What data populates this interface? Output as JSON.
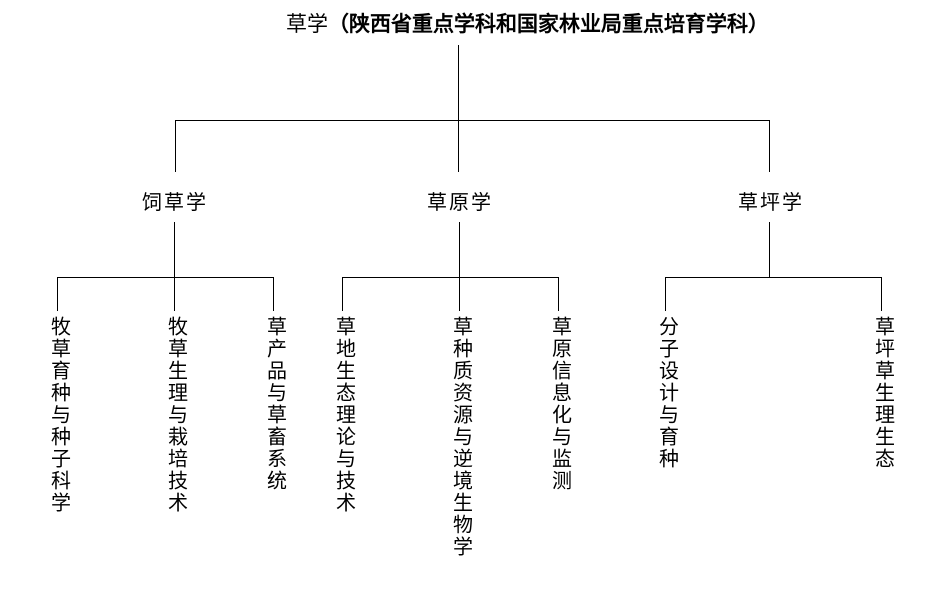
{
  "diagram": {
    "title": {
      "name": "草学",
      "annotation": "（陕西省重点学科和国家林业局重点培育学科）"
    },
    "branches": [
      {
        "label": "饲草学",
        "children": [
          "牧草育种与种子科学",
          "牧草生理与栽培技术",
          "草产品与草畜系统"
        ]
      },
      {
        "label": "草原学",
        "children": [
          "草地生态理论与技术",
          "草种质资源与逆境生物学",
          "草原信息化与监测"
        ]
      },
      {
        "label": "草坪学",
        "children": [
          "分子设计与育种",
          "草坪草生理生态"
        ]
      }
    ],
    "colors": {
      "text": "#000000",
      "line": "#000000",
      "background": "#ffffff"
    }
  }
}
